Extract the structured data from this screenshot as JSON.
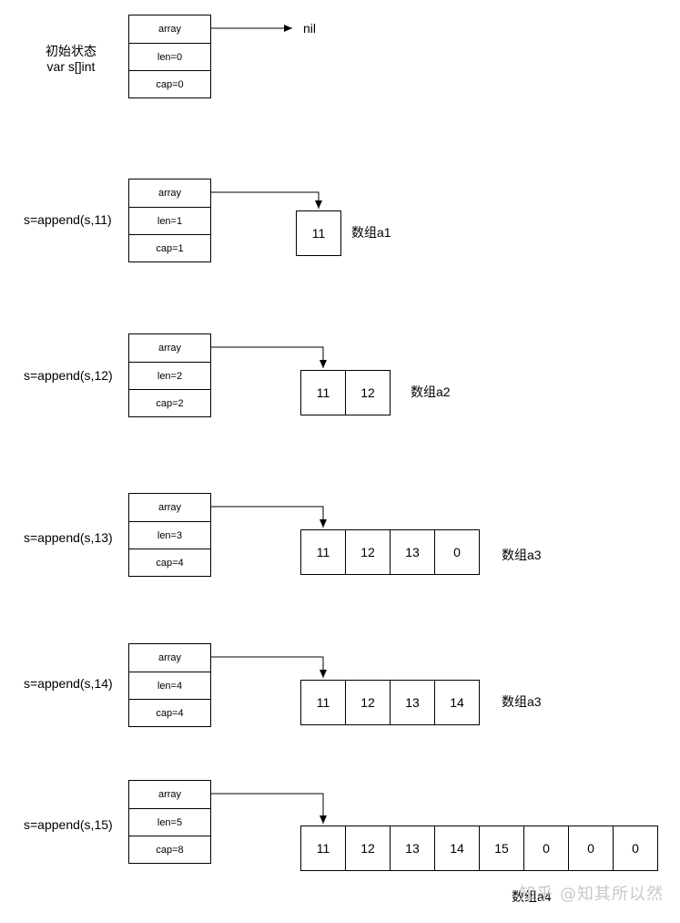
{
  "steps": [
    {
      "label_lines": [
        "初始状态",
        "var s[]int"
      ],
      "fields": [
        "array",
        "len=0",
        "cap=0"
      ],
      "target_text": "nil"
    },
    {
      "label_lines": [
        "s=append(s,11)"
      ],
      "fields": [
        "array",
        "len=1",
        "cap=1"
      ],
      "array_cells": [
        "11"
      ],
      "array_name": "数组a1"
    },
    {
      "label_lines": [
        "s=append(s,12)"
      ],
      "fields": [
        "array",
        "len=2",
        "cap=2"
      ],
      "array_cells": [
        "11",
        "12"
      ],
      "array_name": "数组a2"
    },
    {
      "label_lines": [
        "s=append(s,13)"
      ],
      "fields": [
        "array",
        "len=3",
        "cap=4"
      ],
      "array_cells": [
        "11",
        "12",
        "13",
        "0"
      ],
      "array_name": "数组a3"
    },
    {
      "label_lines": [
        "s=append(s,14)"
      ],
      "fields": [
        "array",
        "len=4",
        "cap=4"
      ],
      "array_cells": [
        "11",
        "12",
        "13",
        "14"
      ],
      "array_name": "数组a3"
    },
    {
      "label_lines": [
        "s=append(s,15)"
      ],
      "fields": [
        "array",
        "len=5",
        "cap=8"
      ],
      "array_cells": [
        "11",
        "12",
        "13",
        "14",
        "15",
        "0",
        "0",
        "0"
      ],
      "array_name": "数组a4"
    }
  ],
  "watermark": "知乎 @知其所以然"
}
